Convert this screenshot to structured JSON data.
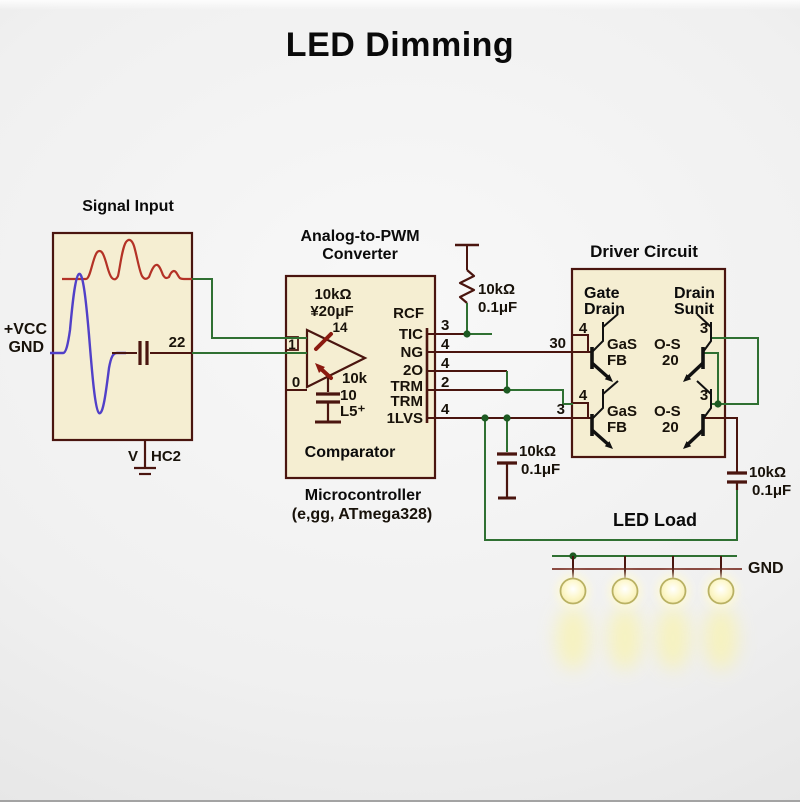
{
  "title": "LED Dimming",
  "signal_input": {
    "title": "Signal Input",
    "vcc": "+VCC",
    "gnd": "GND",
    "cap_value": "22",
    "ground_v": "V",
    "ground_ref": "HC2"
  },
  "converter": {
    "title_line1": "Analog-to-PWM",
    "title_line2": "Converter",
    "res_value": "10kΩ",
    "cap_value": "¥20μF",
    "input_top": "1",
    "input_bottom": "0",
    "pin14": "14",
    "pot_value": "10k",
    "cap2_value": "10",
    "cap3_value": "L5⁺",
    "bottom_label": "Comparator",
    "sub_line1": "Microcontroller",
    "sub_line2": "(e,gg, ATmega328)",
    "pins": [
      "RCF",
      "TIC",
      "NG",
      "2O",
      "TRM",
      "TRM",
      "1LVS"
    ],
    "wire_numbers": [
      "3",
      "4",
      "4",
      "2",
      "4"
    ]
  },
  "pullup": {
    "res_value": "10kΩ",
    "cap_value": "0.1μF"
  },
  "driver": {
    "title": "Driver Circuit",
    "col1_line1": "Gate",
    "col1_line2": "Drain",
    "col2_line1": "Drain",
    "col2_line2": "Sunit",
    "q1": {
      "pin": "4",
      "net": "30",
      "label1": "GaS",
      "label2": "FB"
    },
    "q2": {
      "pin": "4",
      "net": "3",
      "label1": "GaS",
      "label2": "FB"
    },
    "q3": {
      "pin": "3",
      "label1": "O-S",
      "label2": "20"
    },
    "q4": {
      "pin": "3",
      "label1": "O-S",
      "label2": "20"
    }
  },
  "cap_left": {
    "res_value": "10kΩ",
    "cap_value": "0.1μF"
  },
  "cap_right": {
    "res_value": "10kΩ",
    "cap_value": "0.1μF"
  },
  "led_load": {
    "title": "LED Load",
    "gnd": "GND",
    "led_count": 4
  },
  "colors": {
    "wire_green": "#2f7032",
    "wire_maroon": "#4a150f",
    "waveform_red": "#b43226",
    "waveform_blue": "#5140c8",
    "box_fill": "#f5eed2",
    "box_border": "#4a150f",
    "rail_red": "#8a4a42",
    "led_fill": "#fdf8cf",
    "led_border": "#b9b163",
    "led_glow": "#f8f3b4"
  }
}
